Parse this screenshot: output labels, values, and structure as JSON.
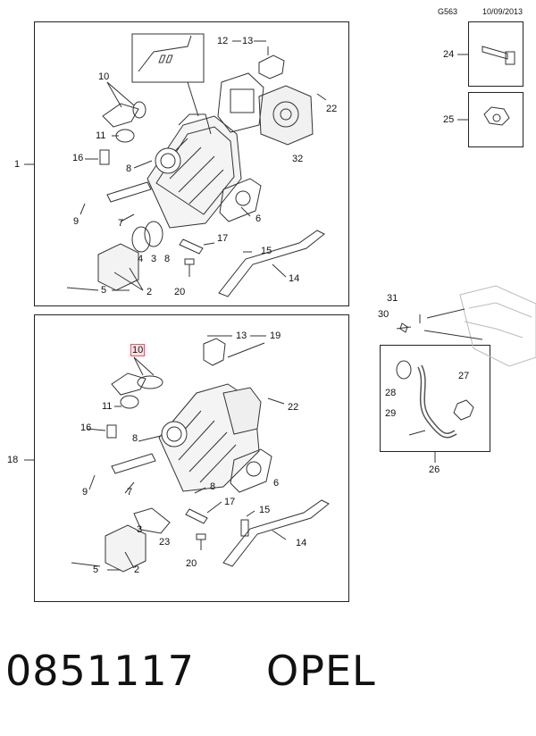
{
  "header": {
    "code": "G563",
    "date": "10/09/2013"
  },
  "callouts": {
    "c1": "1",
    "c18": "18",
    "c24": "24",
    "c25": "25",
    "c26": "26",
    "t": [
      "12",
      "13",
      "10",
      "22",
      "11",
      "16",
      "8",
      "32",
      "9",
      "7",
      "6",
      "17",
      "3",
      "4",
      "8",
      "15",
      "5",
      "2",
      "20",
      "14"
    ],
    "b": [
      "13",
      "19",
      "10",
      "22",
      "11",
      "16",
      "8",
      "6",
      "9",
      "7",
      "8",
      "17",
      "15",
      "3",
      "23",
      "5",
      "2",
      "20",
      "14"
    ],
    "r": [
      "31",
      "30",
      "28",
      "27",
      "29"
    ]
  },
  "highlight": {
    "color": "#e05a6a",
    "part": "10"
  },
  "footer": {
    "part_number": "0851117",
    "brand": "OPEL"
  }
}
